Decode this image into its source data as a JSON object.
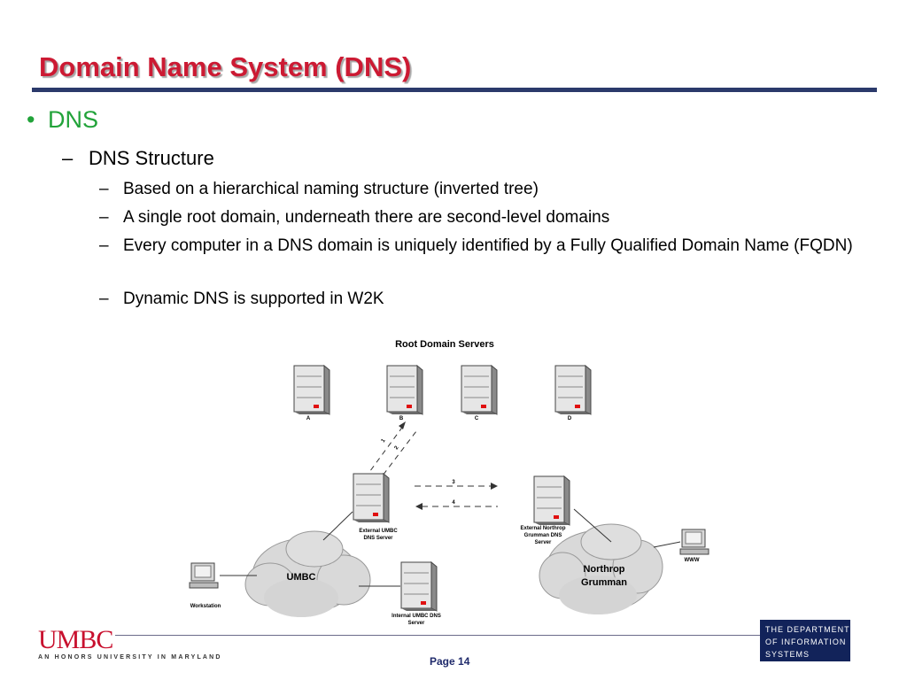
{
  "slide": {
    "title": "Domain Name System (DNS)",
    "bullet_l1": "DNS",
    "bullet_l2": "DNS Structure",
    "bullets_l3": [
      "Based on a hierarchical naming structure (inverted tree)",
      "A single root domain, underneath there are second-level domains",
      "Every computer in a DNS domain is uniquely identified by a Fully Qualified Domain Name (FQDN)",
      "Dynamic DNS is supported in W2K"
    ]
  },
  "diagram": {
    "heading": "Root Domain Servers",
    "root_servers": [
      "A",
      "B",
      "C",
      "D"
    ],
    "arrow_labels": [
      "1",
      "2",
      "3",
      "4"
    ],
    "external_umbc": [
      "External UMBC",
      "DNS Server"
    ],
    "external_northrop": [
      "External Northrop",
      "Grumman DNS",
      "Server"
    ],
    "internal_umbc": [
      "Internal UMBC DNS",
      "Server"
    ],
    "cloud_umbc": "UMBC",
    "cloud_northrop": [
      "Northrop",
      "Grumman"
    ],
    "workstation": "Workstation",
    "www": "WWW"
  },
  "footer": {
    "logo": "UMBC",
    "tagline": "AN HONORS UNIVERSITY IN MARYLAND",
    "page": "Page 14",
    "dept_lines": [
      "THE DEPARTMENT",
      "OF INFORMATION",
      "SYSTEMS"
    ]
  },
  "colors": {
    "title": "#cc1a33",
    "bullet_l1": "#22a33a",
    "rule": "#2b3a6b",
    "dept_bg": "#12235a"
  }
}
